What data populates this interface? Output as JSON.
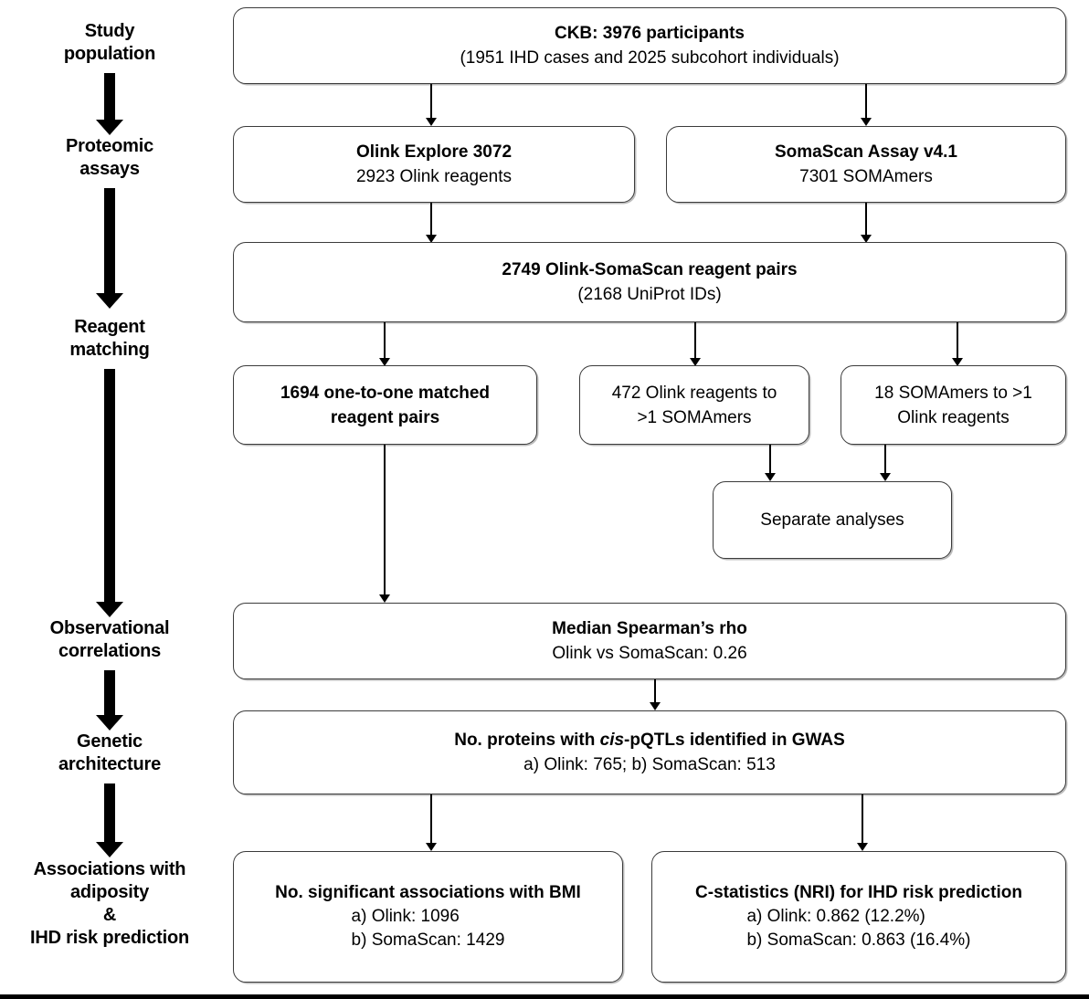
{
  "figure": {
    "type": "flowchart",
    "title": "CKB Olink vs SomaScan proteomics study flow"
  },
  "stages": [
    {
      "id": "study-population",
      "label": "Study\npopulation"
    },
    {
      "id": "proteomic-assays",
      "label": "Proteomic\nassays"
    },
    {
      "id": "reagent-matching",
      "label": "Reagent\nmatching"
    },
    {
      "id": "observational-correlations",
      "label": "Observational\ncorrelations"
    },
    {
      "id": "genetic-architecture",
      "label": "Genetic\narchitecture"
    },
    {
      "id": "associations-adiposity-ihd",
      "label": "Associations with\nadiposity\n&\nIHD risk prediction"
    }
  ],
  "stage_lines": {
    "study_population_1": "Study",
    "study_population_2": "population",
    "proteomic_assays_1": "Proteomic",
    "proteomic_assays_2": "assays",
    "reagent_matching_1": "Reagent",
    "reagent_matching_2": "matching",
    "observational_1": "Observational",
    "observational_2": "correlations",
    "genetic_1": "Genetic",
    "genetic_2": "architecture",
    "associations_1": "Associations with",
    "associations_2": "adiposity",
    "associations_3": "&",
    "associations_4": "IHD risk prediction"
  },
  "boxes": {
    "ckb": {
      "line1": "CKB: 3976 participants",
      "line2": "(1951 IHD cases and 2025 subcohort individuals)"
    },
    "olink_assay": {
      "line1": "Olink Explore 3072",
      "line2": "2923 Olink reagents"
    },
    "somascan_assay": {
      "line1": "SomaScan Assay v4.1",
      "line2": "7301 SOMAmers"
    },
    "reagent_pairs": {
      "line1": "2749 Olink-SomaScan reagent pairs",
      "line2": "(2168 UniProt IDs)"
    },
    "one_to_one": {
      "line1": "1694 one-to-one matched",
      "line2": "reagent pairs"
    },
    "olink_multi": {
      "line1": "472 Olink reagents to",
      "line2": ">1 SOMAmers"
    },
    "somamer_multi": {
      "line1": "18 SOMAmers to >1",
      "line2": "Olink reagents"
    },
    "separate_analyses": {
      "line1": "Separate analyses"
    },
    "spearman": {
      "line1": "Median Spearman’s rho",
      "line2": "Olink vs SomaScan: 0.26"
    },
    "cis_pqtl": {
      "line1_pre": "No. proteins with ",
      "line1_italic": "cis",
      "line1_post": "-pQTLs identified in GWAS",
      "line2": "a) Olink: 765; b) SomaScan: 513"
    },
    "bmi_assoc": {
      "line1": "No. significant associations with BMI",
      "line2": "a)  Olink: 1096",
      "line3": "b)  SomaScan: 1429"
    },
    "cstat": {
      "line1": "C-statistics (NRI) for IHD risk prediction",
      "line2": "a)  Olink: 0.862 (12.2%)",
      "line3": "b)  SomaScan: 0.863 (16.4%)"
    }
  },
  "chart_data": {
    "type": "diagram",
    "nodes": [
      {
        "id": "ckb",
        "level": 1,
        "participants": 3976,
        "ihd_cases": 1951,
        "subcohort": 2025
      },
      {
        "id": "olink_assay",
        "level": 2,
        "platform": "Olink Explore 3072",
        "reagents": 2923
      },
      {
        "id": "somascan_assay",
        "level": 2,
        "platform": "SomaScan Assay v4.1",
        "somamers": 7301
      },
      {
        "id": "reagent_pairs",
        "level": 3,
        "pairs": 2749,
        "uniprot_ids": 2168
      },
      {
        "id": "one_to_one",
        "level": 4,
        "pairs": 1694
      },
      {
        "id": "olink_multi",
        "level": 4,
        "olink_reagents": 472
      },
      {
        "id": "somamer_multi",
        "level": 4,
        "somamers": 18
      },
      {
        "id": "separate_analyses",
        "level": 5
      },
      {
        "id": "spearman",
        "level": 6,
        "median_rho": 0.26
      },
      {
        "id": "cis_pqtl",
        "level": 7,
        "olink": 765,
        "somascan": 513
      },
      {
        "id": "bmi_assoc",
        "level": 8,
        "olink": 1096,
        "somascan": 1429
      },
      {
        "id": "cstat",
        "level": 8,
        "olink_c": 0.862,
        "olink_nri_pct": 12.2,
        "somascan_c": 0.863,
        "somascan_nri_pct": 16.4
      }
    ],
    "edges": [
      [
        "ckb",
        "olink_assay"
      ],
      [
        "ckb",
        "somascan_assay"
      ],
      [
        "olink_assay",
        "reagent_pairs"
      ],
      [
        "somascan_assay",
        "reagent_pairs"
      ],
      [
        "reagent_pairs",
        "one_to_one"
      ],
      [
        "reagent_pairs",
        "olink_multi"
      ],
      [
        "reagent_pairs",
        "somamer_multi"
      ],
      [
        "olink_multi",
        "separate_analyses"
      ],
      [
        "somamer_multi",
        "separate_analyses"
      ],
      [
        "one_to_one",
        "spearman"
      ],
      [
        "spearman",
        "cis_pqtl"
      ],
      [
        "cis_pqtl",
        "bmi_assoc"
      ],
      [
        "cis_pqtl",
        "cstat"
      ]
    ]
  },
  "colors": {
    "box_border": "#3b3b3b",
    "box_shadow": "#bdbdbd",
    "arrow": "#000000",
    "text": "#000000",
    "background": "#ffffff"
  }
}
